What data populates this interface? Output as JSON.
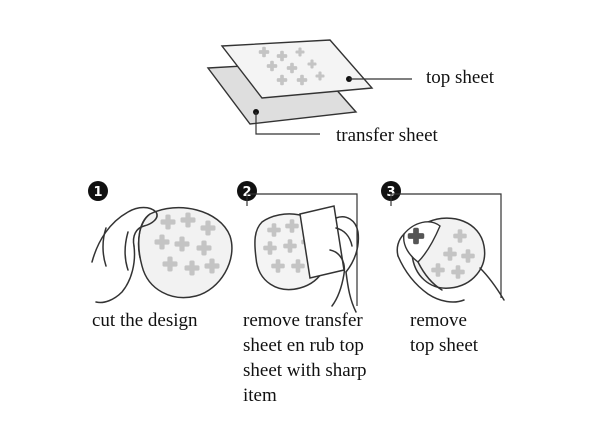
{
  "diagram": {
    "callouts": {
      "top_sheet": "top sheet",
      "transfer_sheet": "transfer sheet"
    },
    "steps": [
      {
        "number": "1",
        "caption_lines": [
          "cut the design"
        ]
      },
      {
        "number": "2",
        "caption_lines": [
          "remove transfer",
          "sheet en rub top",
          "sheet with sharp",
          "item"
        ]
      },
      {
        "number": "3",
        "caption_lines": [
          "remove",
          "top sheet"
        ]
      }
    ],
    "colors": {
      "ink": "#111111",
      "line": "#333333",
      "sheet_fill": "#f2f2f2",
      "transfer_fill": "#dedede",
      "shape_fill": "#c4c4c4",
      "badge": "#111111",
      "badge_text": "#ffffff"
    },
    "icons": [
      "number-badge-icon",
      "hand-icon",
      "plus-shape-icon"
    ]
  }
}
